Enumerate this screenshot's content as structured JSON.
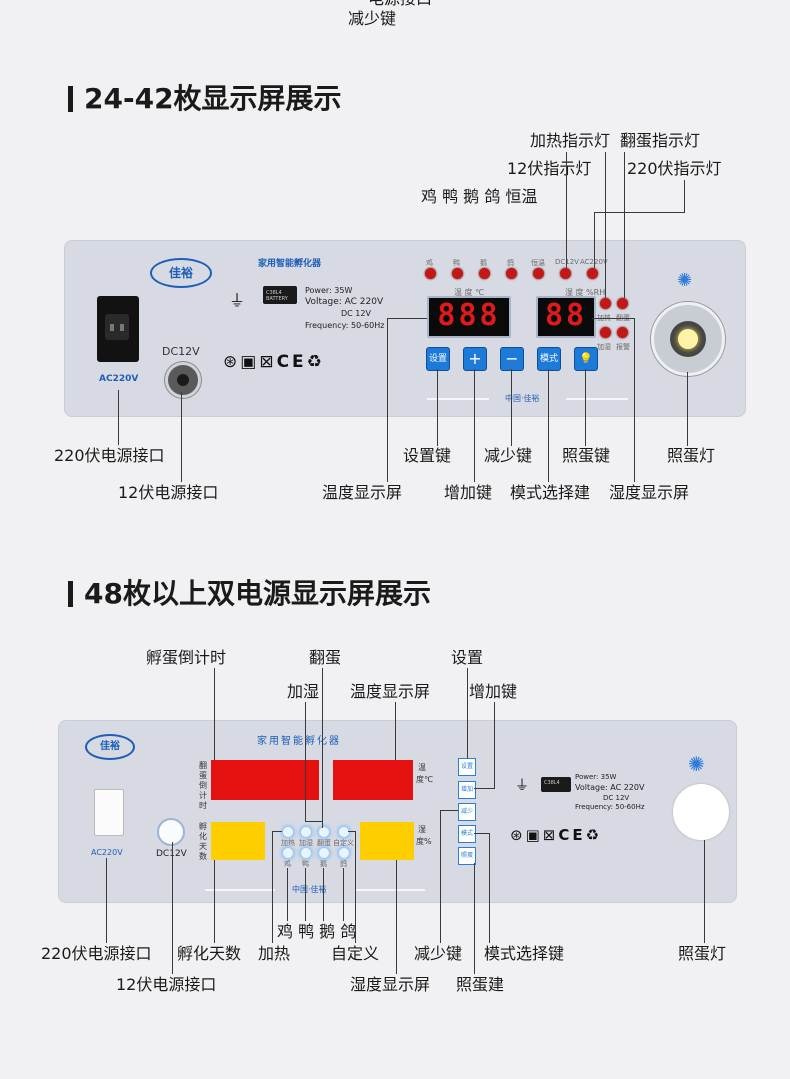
{
  "top_fragment": {
    "cut_label": "电源接口",
    "label": "减少键"
  },
  "section1": {
    "title": "24-42枚显示屏展示",
    "brand": "佳裕",
    "product": "家用智能孵化器",
    "specs": {
      "power": "Power: 35W",
      "voltage": "Voltage: AC 220V",
      "dc": "DC 12V",
      "freq": "Frequency: 50-60Hz"
    },
    "battery_label": "C38L4 BATTERY",
    "ac_label": "AC220V",
    "dc_label": "DC12V",
    "footer_brand": "中国·佳裕",
    "led_labels": [
      "鸡",
      "鸭",
      "鹅",
      "鸽",
      "恒温",
      "DC12V",
      "AC220V"
    ],
    "temp_unit_label": "温 度 ℃",
    "hum_unit_label": "湿 度 %RH",
    "temp_value": "888",
    "hum_value": "88",
    "side_leds": [
      "加热",
      "翻蛋",
      "加湿",
      "报警"
    ],
    "buttons": [
      "设置",
      "+",
      "−",
      "模式",
      "💡"
    ],
    "callouts_top": {
      "heating_led": "加热指示灯",
      "turning_led": "翻蛋指示灯",
      "v12_led": "12伏指示灯",
      "v220_led": "220伏指示灯",
      "species": "鸡 鸭 鹅 鸽 恒温"
    },
    "callouts_bottom": {
      "ac_port": "220伏电源接口",
      "dc_port": "12伏电源接口",
      "temp_screen": "温度显示屏",
      "set_key": "设置键",
      "inc_key": "增加键",
      "dec_key": "减少键",
      "mode_key": "模式选择建",
      "candle_key": "照蛋键",
      "hum_screen": "湿度显示屏",
      "candle_lamp": "照蛋灯"
    }
  },
  "section2": {
    "title": "48枚以上双电源显示屏展示",
    "brand": "佳裕",
    "product": "家用智能孵化器",
    "specs": {
      "power": "Power: 35W",
      "voltage": "Voltage: AC 220V",
      "dc": "DC 12V",
      "freq": "Frequency: 50-60Hz"
    },
    "battery_label": "C38L4",
    "ac_label": "AC220V",
    "dc_label": "DC12V",
    "footer_brand": "中国·佳裕",
    "left_vlabels": {
      "countdown": "翻蛋倒计时",
      "days": "孵化天数"
    },
    "right_vlabels": {
      "temp": "温度℃",
      "hum": "湿度%"
    },
    "led_top_labels": [
      "加热",
      "加湿",
      "翻蛋",
      "自定义"
    ],
    "led_bot_labels": [
      "鸡",
      "鸭",
      "鹅",
      "鸽"
    ],
    "side_buttons": [
      "设置",
      "增加",
      "减少",
      "模式",
      "照蛋"
    ],
    "callouts_top": {
      "countdown": "孵蛋倒计时",
      "turning": "翻蛋",
      "humidify": "加湿",
      "temp_screen": "温度显示屏",
      "set": "设置",
      "inc_key": "增加键"
    },
    "callouts_bottom": {
      "species": "鸡 鸭 鹅 鸽",
      "ac_port": "220伏电源接口",
      "days": "孵化天数",
      "heating": "加热",
      "custom": "自定义",
      "dec_key": "减少键",
      "mode_key": "模式选择键",
      "candle_lamp": "照蛋灯",
      "dc_port": "12伏电源接口",
      "hum_screen": "湿度显示屏",
      "candle_key": "照蛋建"
    }
  },
  "colors": {
    "panel": "#d7dae3",
    "display_red": "#e51010",
    "display_yellow": "#ffce00",
    "button_blue": "#1d7ad8"
  }
}
